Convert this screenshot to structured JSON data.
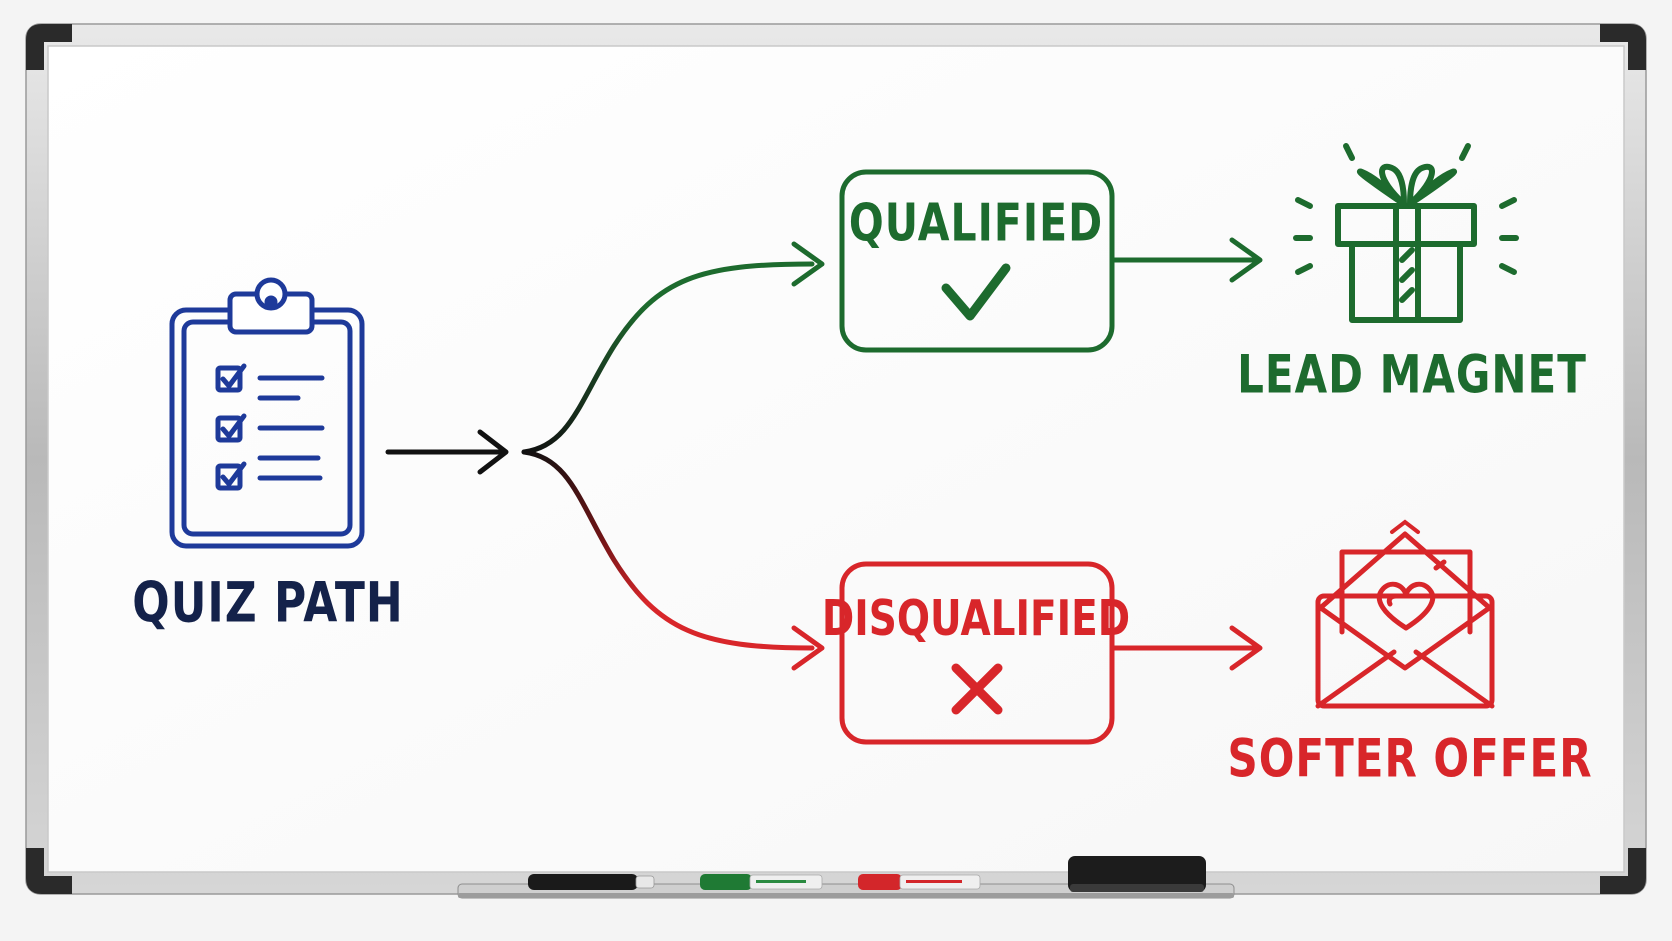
{
  "colors": {
    "blue": "#1e3a9a",
    "navy": "#14224a",
    "green": "#1d6b2e",
    "red": "#d8262a",
    "black": "#111111"
  },
  "nodes": {
    "quiz": {
      "label": "QUIZ PATH",
      "icon": "clipboard-checklist-icon"
    },
    "qualified": {
      "label": "QUALIFIED",
      "icon": "check-icon"
    },
    "disqualified": {
      "label": "DISQUALIFIED",
      "icon": "x-icon"
    },
    "lead_magnet": {
      "label": "LEAD MAGNET",
      "icon": "gift-icon"
    },
    "softer_offer": {
      "label": "SOFTER OFFER",
      "icon": "envelope-heart-icon"
    }
  },
  "edges": [
    {
      "from": "quiz",
      "to": "qualified"
    },
    {
      "from": "quiz",
      "to": "disqualified"
    },
    {
      "from": "qualified",
      "to": "lead_magnet"
    },
    {
      "from": "disqualified",
      "to": "softer_offer"
    }
  ],
  "markers": [
    "black",
    "green",
    "red"
  ]
}
